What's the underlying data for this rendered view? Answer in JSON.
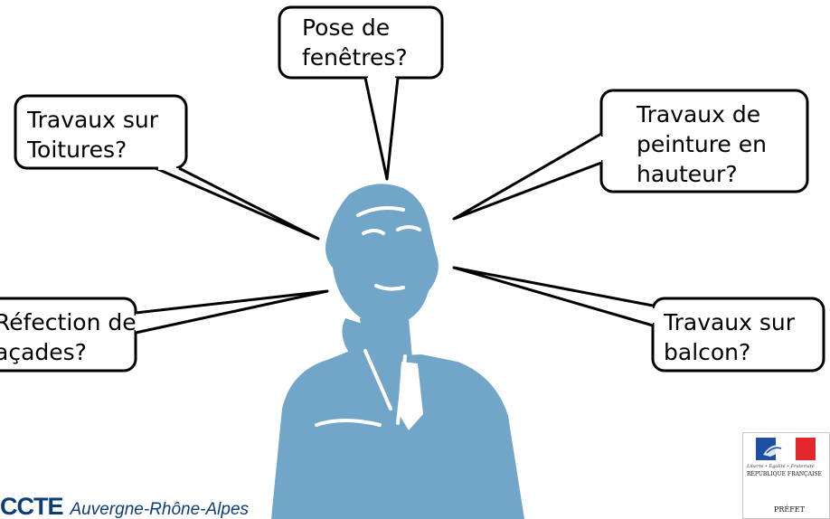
{
  "bubbles": {
    "fenetres": [
      "Pose de",
      "fenêtres?"
    ],
    "toitures": [
      "Travaux sur",
      "Toitures?"
    ],
    "peinture": [
      "Travaux de",
      "peinture en",
      "hauteur?"
    ],
    "facades": [
      "Réfection de",
      "açades?"
    ],
    "balcon": [
      "Travaux sur",
      "balcon?"
    ]
  },
  "footer": {
    "brand": "CCTE",
    "region": "Auvergne-Rhône-Alpes"
  },
  "marianne_logo": {
    "motto": "Liberté • Égalité • Fraternité",
    "republic": "RÉPUBLIQUE FRANÇAISE",
    "prefet": "PRÉFET"
  },
  "colors": {
    "figure": "#72a6c8",
    "bubble_border": "#000000",
    "brand": "#0b3d7a",
    "flag_blue": "#1f4fa3",
    "flag_red": "#e3262b"
  },
  "figure_icon": "thinking-man-silhouette"
}
